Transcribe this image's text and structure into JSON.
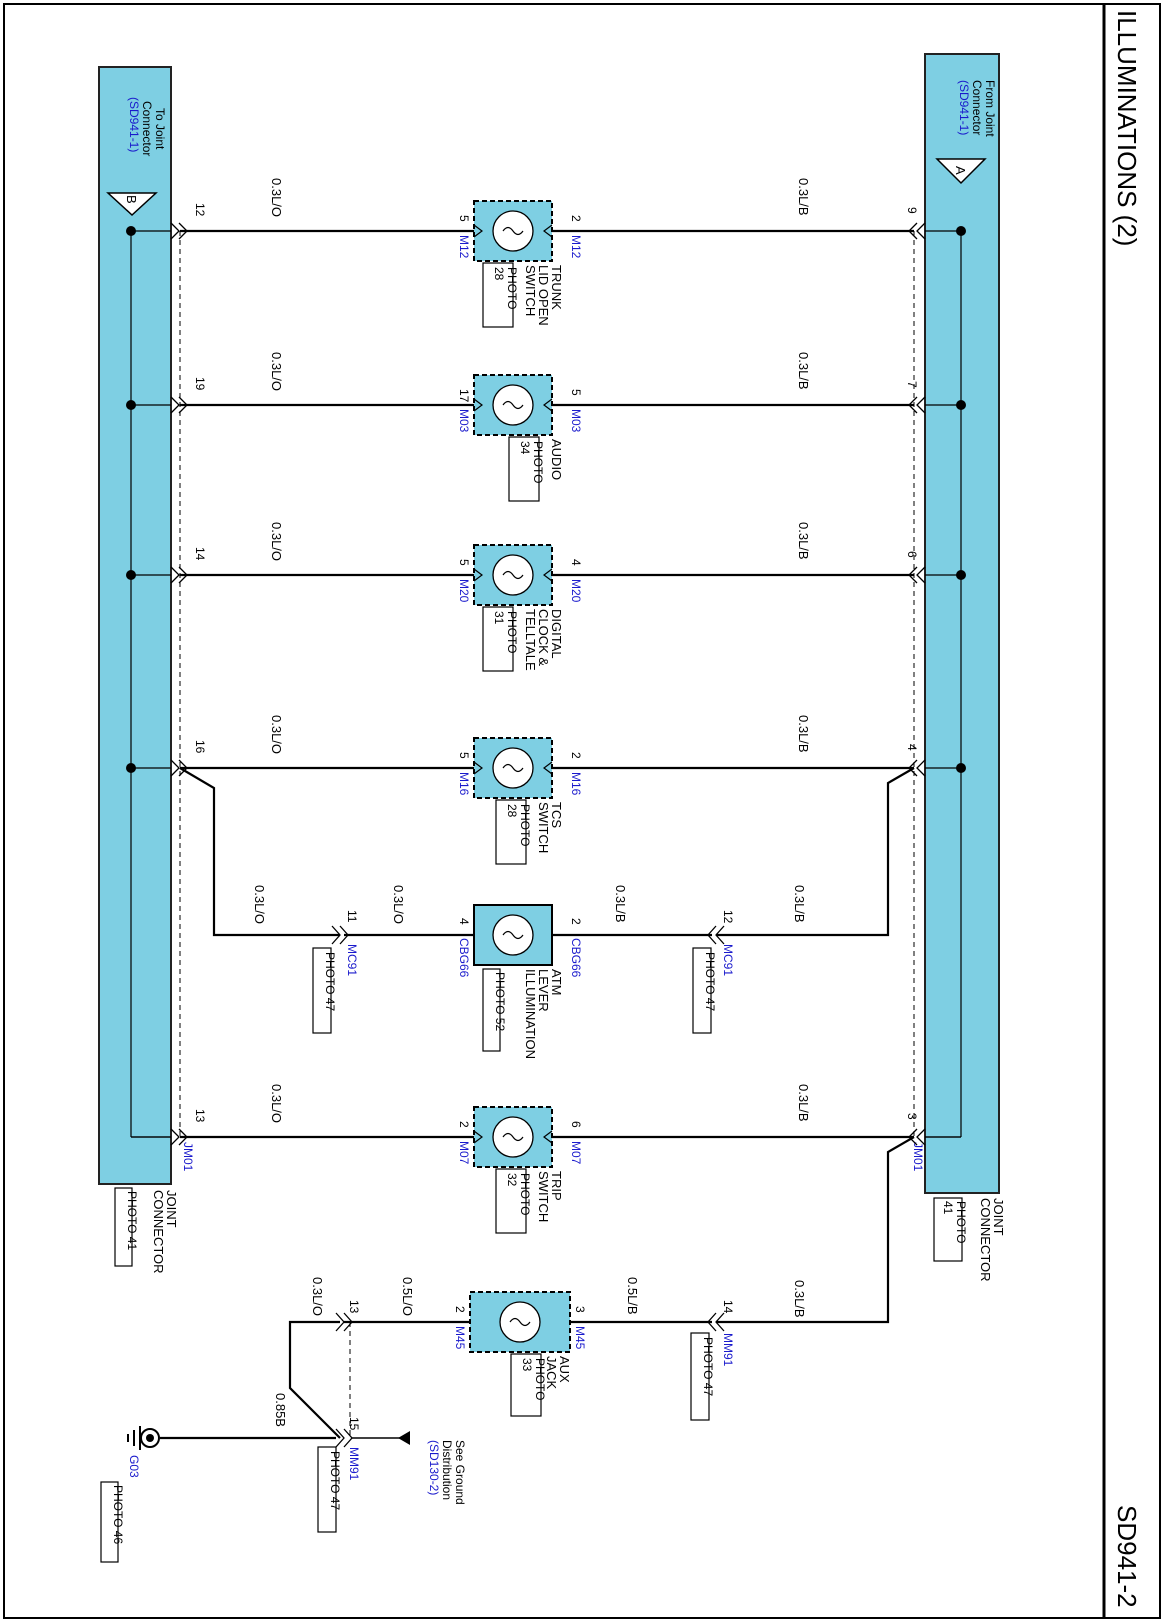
{
  "title": "ILLUMINATIONS (2)",
  "page_code": "SD941-2",
  "colors": {
    "connector_fill": "#7ecfe3",
    "ref_blue": "#1a1acc",
    "wire": "#000000",
    "box_border": "#222222"
  },
  "left_bar": {
    "line1": "To Joint",
    "line2": "Connector",
    "ref": "(SD941-1)",
    "triangle_label": "B",
    "name_line1": "JOINT",
    "name_line2": "CONNECTOR",
    "photo": "PHOTO 41"
  },
  "right_bar": {
    "line1": "From Joint",
    "line2": "Connector",
    "ref": "(SD941-1)",
    "triangle_label": "A",
    "name_line1": "JOINT",
    "name_line2": "CONNECTOR",
    "photo_line1": "PHOTO",
    "photo_line2": "41"
  },
  "jm01": "JM01",
  "rows": [
    {
      "left_pin": "12",
      "right_pin": "9",
      "left_wire": "0.3L/O",
      "right_wire": "0.3L/B",
      "comp_left_pin": "5",
      "comp_right_pin": "2",
      "conn": "M12",
      "label_lines": [
        "TRUNK",
        "LID OPEN",
        "SWITCH"
      ],
      "photo_lines": [
        "PHOTO",
        "28"
      ]
    },
    {
      "left_pin": "19",
      "right_pin": "7",
      "left_wire": "0.3L/O",
      "right_wire": "0.3L/B",
      "comp_left_pin": "17",
      "comp_right_pin": "5",
      "conn": "M03",
      "label_lines": [
        "AUDIO"
      ],
      "photo_lines": [
        "PHOTO",
        "34"
      ]
    },
    {
      "left_pin": "14",
      "right_pin": "6",
      "left_wire": "0.3L/O",
      "right_wire": "0.3L/B",
      "comp_left_pin": "5",
      "comp_right_pin": "4",
      "conn": "M20",
      "label_lines": [
        "DIGITAL",
        "CLOCK &",
        "TELLTALE"
      ],
      "photo_lines": [
        "PHOTO",
        "31"
      ]
    },
    {
      "left_pin": "16",
      "right_pin": "4",
      "left_wire": "0.3L/O",
      "right_wire": "0.3L/B",
      "comp_left_pin": "5",
      "comp_right_pin": "2",
      "conn": "M16",
      "label_lines": [
        "TCS",
        "SWITCH"
      ],
      "photo_lines": [
        "PHOTO",
        "28"
      ]
    },
    {
      "left_pin": "13",
      "right_pin": "3",
      "left_wire": "0.3L/O",
      "right_wire": "0.3L/B",
      "comp_left_pin": "2",
      "comp_right_pin": "6",
      "conn": "M07",
      "label_lines": [
        "TRIP",
        "SWITCH"
      ],
      "photo_lines": [
        "PHOTO",
        "32"
      ]
    }
  ],
  "atm": {
    "left_wire_outer": "0.3L/O",
    "left_wire_inner": "0.3L/O",
    "right_wire_inner": "0.3L/B",
    "right_wire_outer": "0.3L/B",
    "left_mc_pin": "11",
    "right_mc_pin": "12",
    "mc_conn": "MC91",
    "mc_photo": "PHOTO 47",
    "comp_left_pin": "4",
    "comp_right_pin": "2",
    "conn": "CBG66",
    "label_lines": [
      "ATM",
      "LEVER",
      "ILLUMINATION"
    ],
    "photo": "PHOTO 52"
  },
  "aux": {
    "right_wire_outer": "0.3L/B",
    "right_wire_inner": "0.5L/B",
    "right_mm_pin": "14",
    "comp_right_pin": "3",
    "comp_left_pin": "2",
    "conn": "M45",
    "left_wire_inner": "0.5L/O",
    "left_mm_pin": "13",
    "left_wire_outer": "0.3L/O",
    "label_lines": [
      "AUX",
      "JACK"
    ],
    "photo_lines": [
      "PHOTO",
      "33"
    ],
    "mm_conn": "MM91",
    "mm_photo": "PHOTO 47"
  },
  "ground": {
    "pin": "15",
    "conn": "MM91",
    "photo": "PHOTO 47",
    "wire": "0.85B",
    "see_line1": "See Ground",
    "see_line2": "Distribution",
    "see_ref": "(SD130-2)",
    "g_conn": "G03",
    "g_photo": "PHOTO 46"
  }
}
